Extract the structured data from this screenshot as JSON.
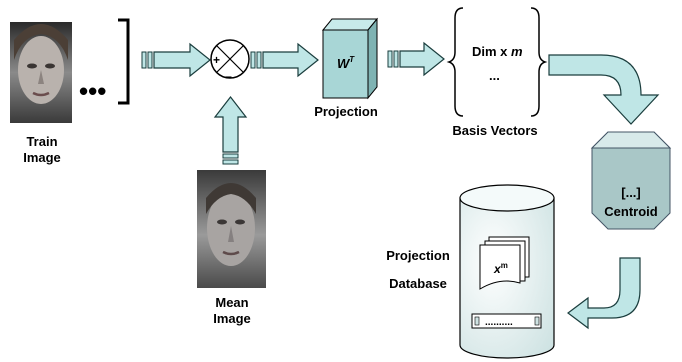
{
  "diagram": {
    "train_label": "Train\nImage",
    "ellipsis": "•••",
    "plus": "+",
    "minus": "−",
    "weight_symbol": "W",
    "weight_superscript": "T",
    "projection_label": "Projection",
    "basis_line1": "Dim x ",
    "basis_line1_italic": "m",
    "basis_line2": "...",
    "basis_label": "Basis Vectors",
    "centroid_line1": "[...]",
    "centroid_line2": "Centroid",
    "database_label_line1": "Projection",
    "database_label_line2": "Database",
    "card_symbol": "x",
    "card_superscript": "m",
    "slot_text": "..........",
    "mean_label": "Mean\nImage"
  },
  "colors": {
    "arrow_fill": "#bfe6e6",
    "arrow_stroke": "#1a3d3d",
    "cube_front": "#a8d6d6",
    "cube_top": "#c8eaea",
    "cube_side": "#7fb3b3",
    "octagon_fill": "#a9c7c7",
    "octagon_top": "#d8eaea",
    "cylinder_fill": "#e8f3f3"
  }
}
